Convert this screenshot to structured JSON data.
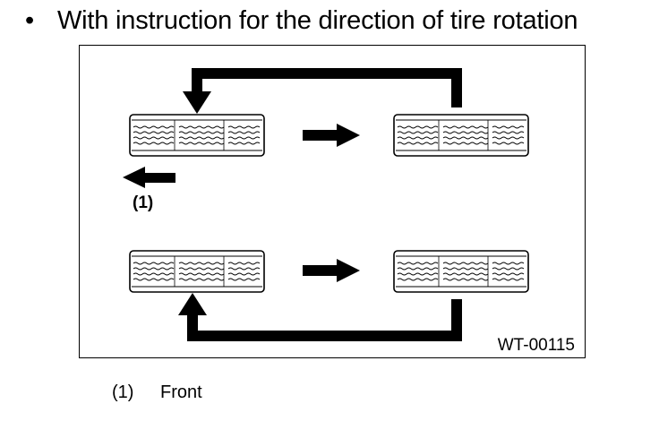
{
  "heading": {
    "bullet": "•",
    "text": "With instruction for the direction of tire rotation"
  },
  "diagram": {
    "front_marker": "(1)",
    "figure_code": "WT-00115"
  },
  "legend": {
    "number": "(1)",
    "label": "Front"
  }
}
